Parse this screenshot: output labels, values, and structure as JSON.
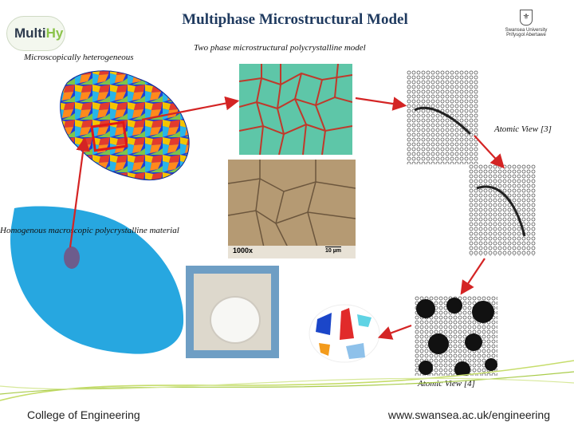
{
  "slide": {
    "title": "Multiphase Microstructural Model",
    "logo": {
      "part1": "Multi",
      "part2": "Hy"
    },
    "university": {
      "name_en": "Swansea University",
      "name_cy": "Prifysgol Abertawe"
    },
    "captions": {
      "micro_hetero": "Microscopically heterogeneous",
      "two_phase": "Two phase microstructural polycrystalline model",
      "homogenous": "Homogenous macroscopic polycrystalline material",
      "atomic3": "Atomic View [3]",
      "atomic4": "Atomic View [4]"
    },
    "micrograph": {
      "magnification": "1000x",
      "scale": "10 µm"
    },
    "footer": {
      "left": "College of Engineering",
      "right": "www.swansea.ac.uk/engineering"
    },
    "colors": {
      "title": "#1f3a5f",
      "arrow": "#d42424",
      "grain_green": "#5ec6a8",
      "blue_region": "#27a7e0"
    }
  }
}
